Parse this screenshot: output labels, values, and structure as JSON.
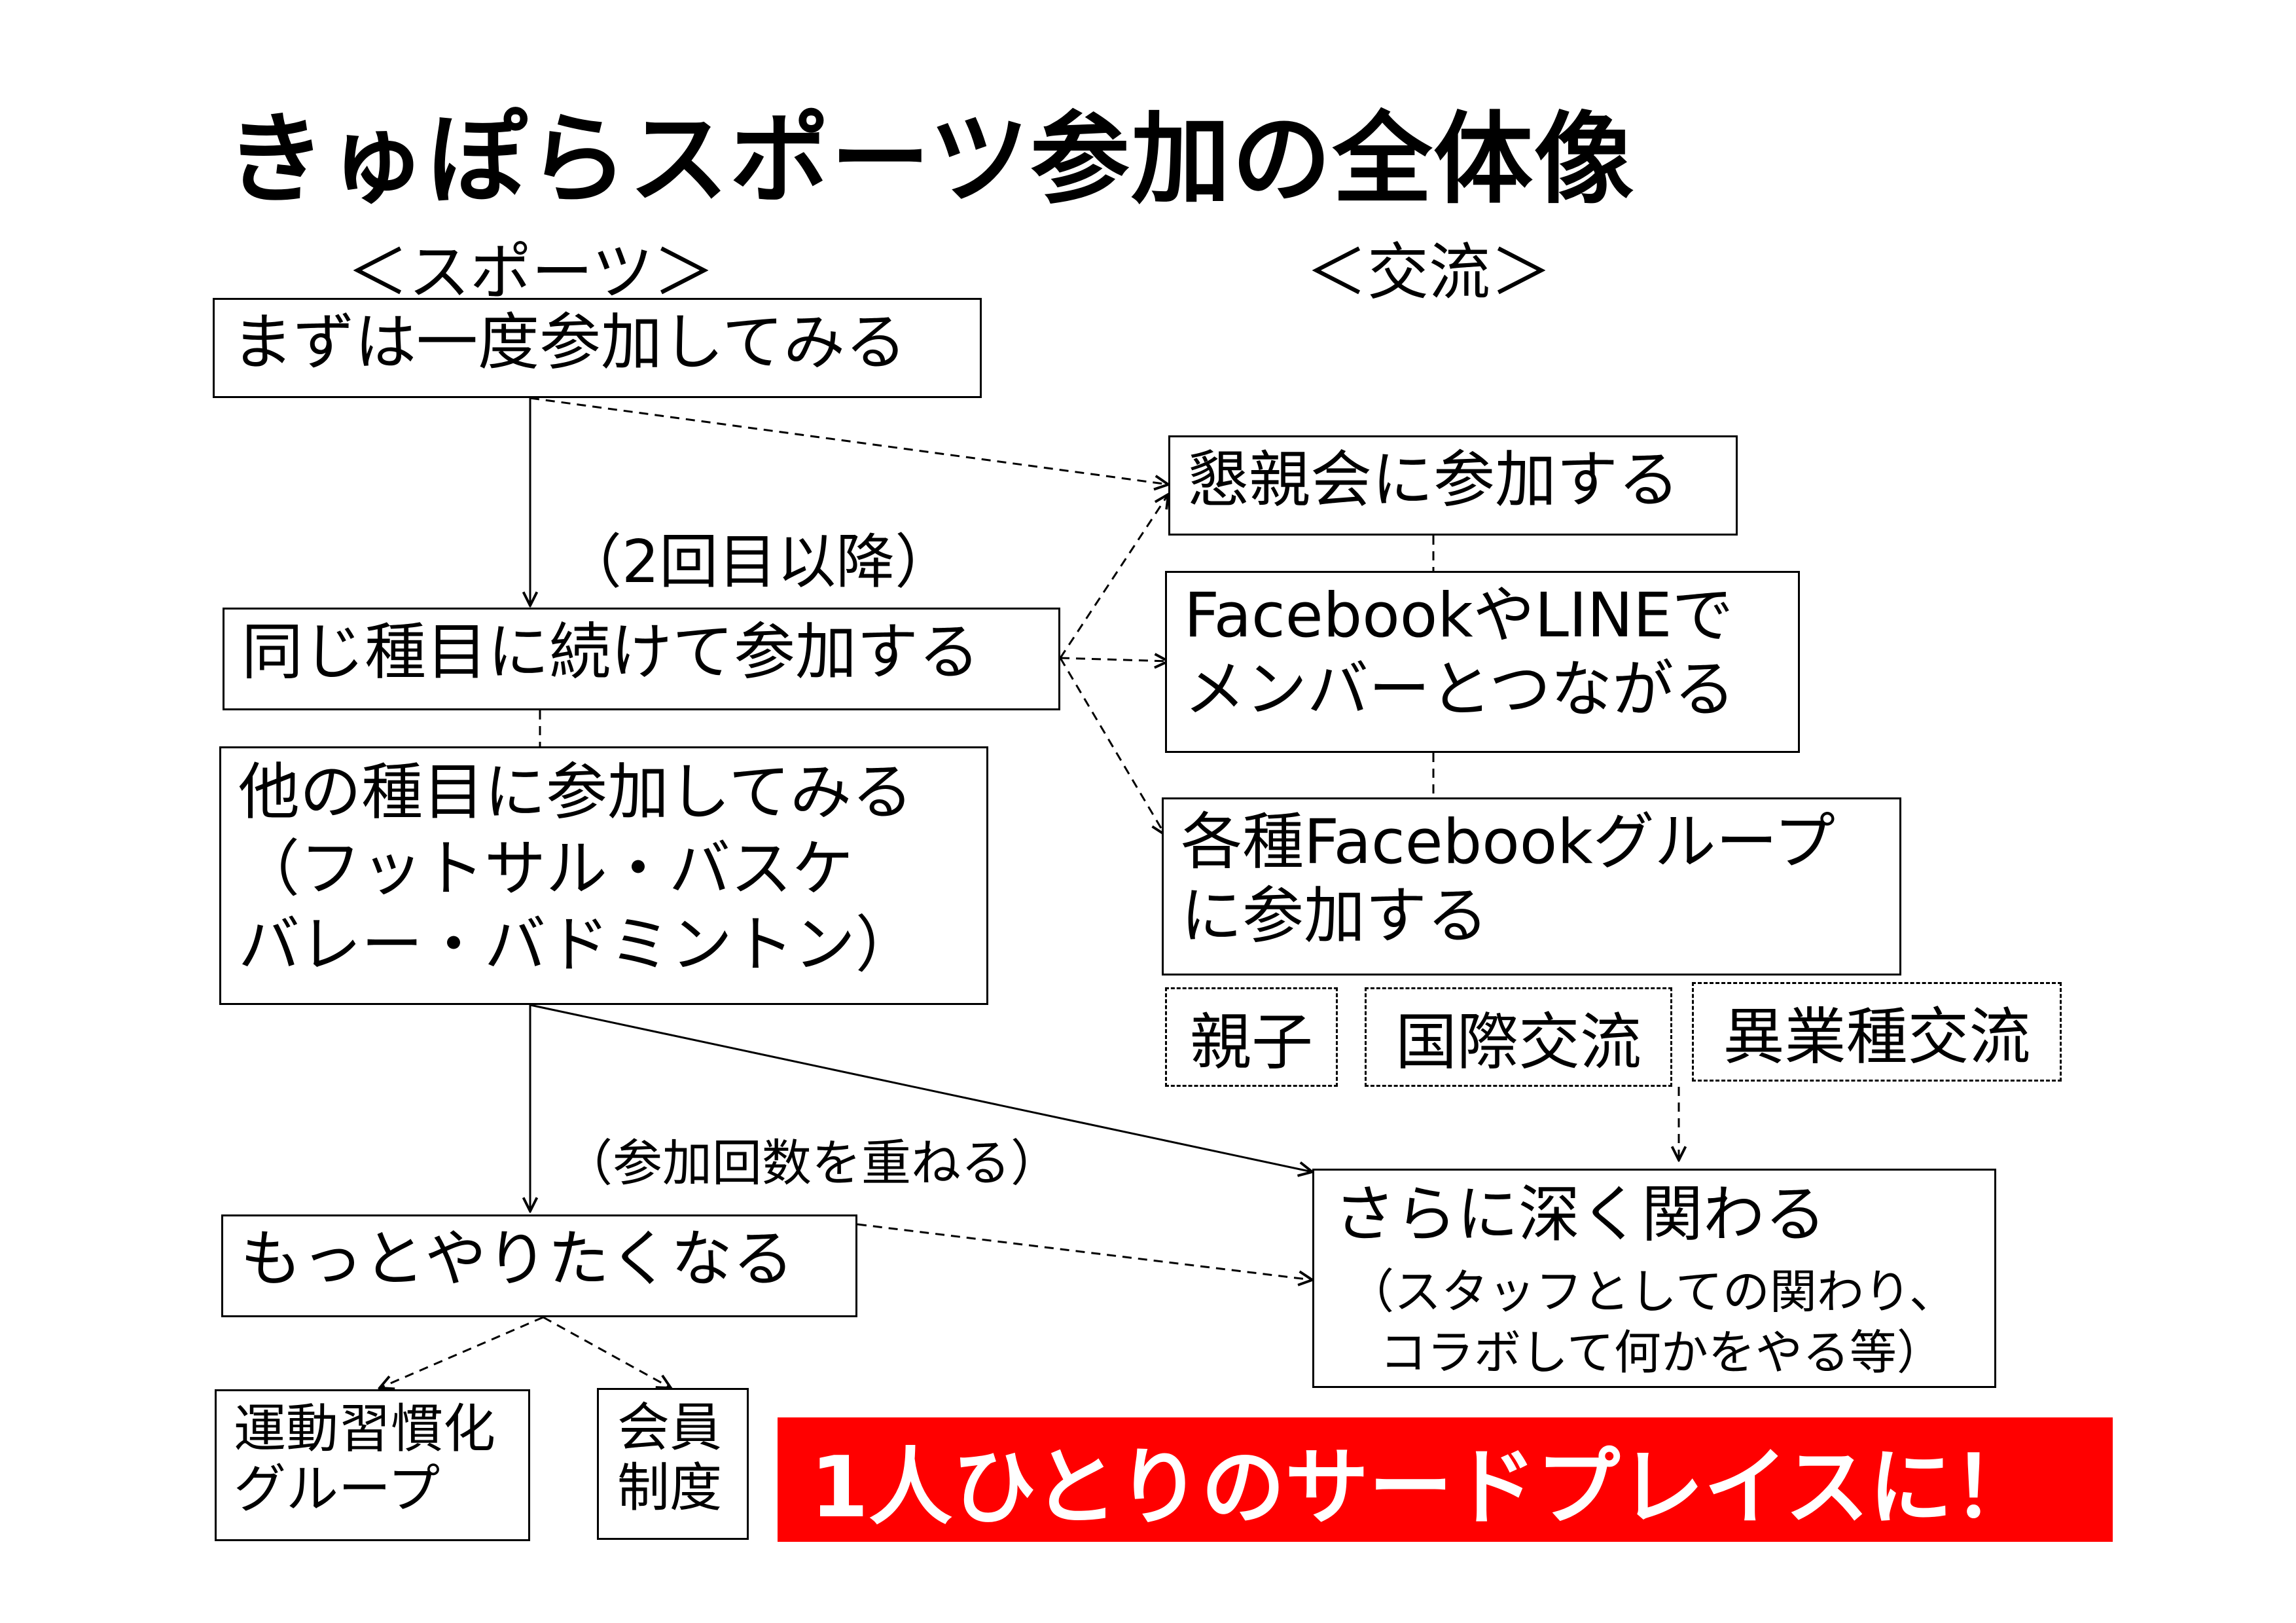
{
  "title": "きゅぽらスポーツ参加の全体像",
  "headings": {
    "sports": "＜スポーツ＞",
    "exchange": "＜交流＞"
  },
  "sports_flow": {
    "step1": "まずは一度参加してみる",
    "note_after_step1": "（2回目以降）",
    "step2": "同じ種目に続けて参加する",
    "step3": [
      "他の種目に参加してみる",
      "（フットサル・バスケ",
      "バレー・バドミントン）"
    ],
    "note_after_step3": "（参加回数を重ねる）",
    "step4": "もっとやりたくなる",
    "branch_exercise": [
      "運動習慣化",
      "グループ"
    ],
    "branch_membership": [
      "会員",
      "制度"
    ]
  },
  "exchange_flow": {
    "item1": "懇親会に参加する",
    "item2": [
      "FacebookやLINEで",
      "メンバーとつながる"
    ],
    "item3": [
      "各種Facebookグループ",
      "に参加する"
    ],
    "groups": [
      "親子",
      "国際交流",
      "異業種交流"
    ],
    "deeper": {
      "title": "さらに深く関わる",
      "detail": [
        "（スタッフとしての関わり、",
        "コラボして何かをやる等）"
      ]
    }
  },
  "banner": "1人ひとりのサードプレイスに！",
  "colors": {
    "banner_bg": "#ff0000",
    "banner_text": "#ffffff",
    "line": "#000000"
  }
}
